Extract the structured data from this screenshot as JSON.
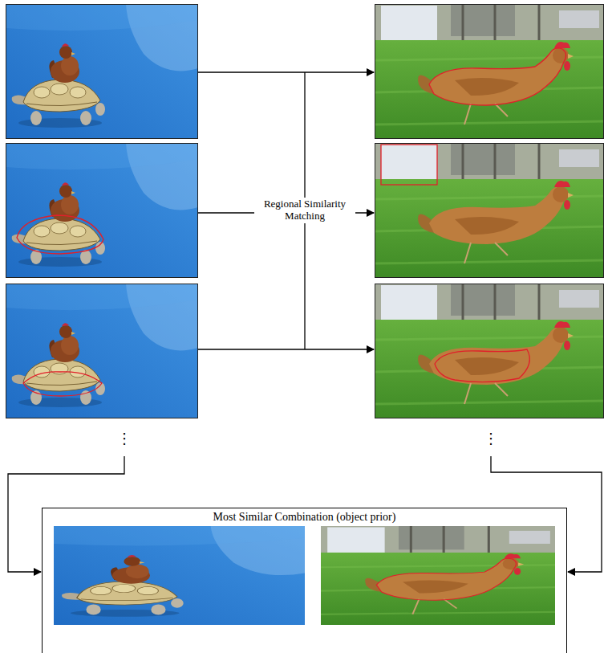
{
  "diagram": {
    "nodes": [
      {
        "text": [
          "Most Similar Combination (object prior)"
        ]
      }
    ],
    "labels": [
      "Regional Similarity Matching",
      "⋮",
      "⋮"
    ]
  }
}
